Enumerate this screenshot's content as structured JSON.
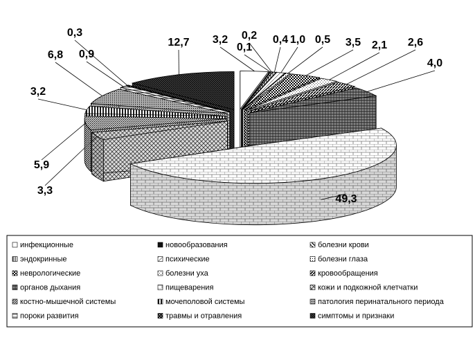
{
  "chart_data": {
    "type": "pie",
    "style": "3d-exploded",
    "legend_position": "bottom",
    "slices": [
      {
        "name": "инфекционные",
        "value": 3.2,
        "label": "3,2",
        "pattern": "plain"
      },
      {
        "name": "новообразования",
        "value": 0.1,
        "label": "0,1",
        "pattern": "solid-dark"
      },
      {
        "name": "болезни крови",
        "value": 0.2,
        "label": "0,2",
        "pattern": "diag-down"
      },
      {
        "name": "эндокринные",
        "value": 0.4,
        "label": "0,4",
        "pattern": "vertical"
      },
      {
        "name": "психические",
        "value": 1.0,
        "label": "1,0",
        "pattern": "diag-light"
      },
      {
        "name": "болезни глаза",
        "value": 0.5,
        "label": "0,5",
        "pattern": "dots"
      },
      {
        "name": "неврологические",
        "value": 3.5,
        "label": "3,5",
        "pattern": "checker"
      },
      {
        "name": "болезни уха",
        "value": 2.1,
        "label": "2,1",
        "pattern": "dots-fine"
      },
      {
        "name": "кровообращения",
        "value": 2.6,
        "label": "2,6",
        "pattern": "diag-bold"
      },
      {
        "name": "органов дыхания",
        "value": 4.0,
        "label": "4,0",
        "pattern": "horizontal"
      },
      {
        "name": "пищеварения",
        "value": 49.3,
        "label": "49,3",
        "pattern": "brick"
      },
      {
        "name": "кожи и подкожной клетчатки",
        "value": 3.3,
        "label": "3,3",
        "pattern": "diamond"
      },
      {
        "name": "костно-мышечной системы",
        "value": 5.9,
        "label": "5,9",
        "pattern": "diag-dense"
      },
      {
        "name": "мочеполовой системы",
        "value": 3.2,
        "label": "3,2",
        "pattern": "vertical-bold"
      },
      {
        "name": "патология перинатального периода",
        "value": 6.8,
        "label": "6,8",
        "pattern": "grid-fine"
      },
      {
        "name": "пороки развития",
        "value": 0.9,
        "label": "0,9",
        "pattern": "horizontal-light"
      },
      {
        "name": "травмы и отравления",
        "value": 0.3,
        "label": "0,3",
        "pattern": "dark-check"
      },
      {
        "name": "симптомы и признаки",
        "value": 12.7,
        "label": "12,7",
        "pattern": "diag-up"
      }
    ]
  }
}
